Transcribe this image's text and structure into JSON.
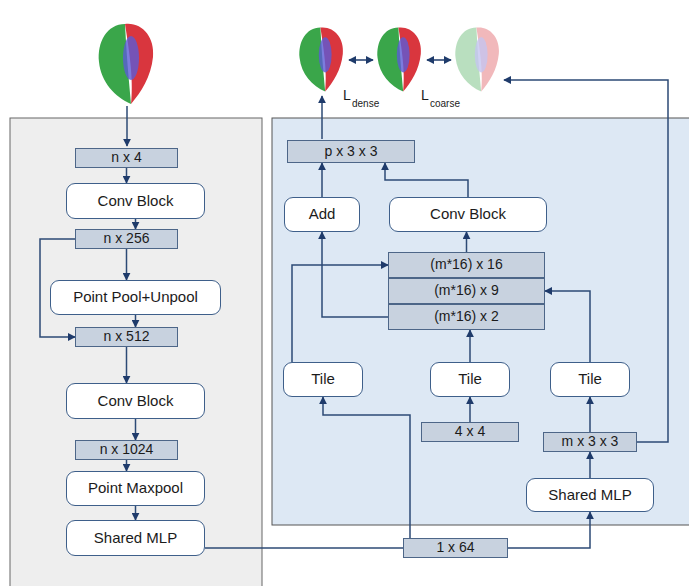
{
  "diagram": {
    "nodes": [
      {
        "text": [
          "n x 4"
        ]
      },
      {
        "text": [
          "Conv Block"
        ]
      },
      {
        "text": [
          "n x 256"
        ]
      },
      {
        "text": [
          "Point Pool+Unpool"
        ]
      },
      {
        "text": [
          "n x 512"
        ]
      },
      {
        "text": [
          "Conv Block"
        ]
      },
      {
        "text": [
          "n x 1024"
        ]
      },
      {
        "text": [
          "Point Maxpool"
        ]
      },
      {
        "text": [
          "Shared MLP"
        ]
      },
      {
        "text": [
          "p x 3 x 3"
        ]
      },
      {
        "text": [
          "Add"
        ]
      },
      {
        "text": [
          "Conv Block"
        ]
      },
      {
        "text": [
          "(m*16) x 16"
        ]
      },
      {
        "text": [
          "(m*16) x 9"
        ]
      },
      {
        "text": [
          "(m*16) x 2"
        ]
      },
      {
        "text": [
          "Tile"
        ]
      },
      {
        "text": [
          "Tile"
        ]
      },
      {
        "text": [
          "Tile"
        ]
      },
      {
        "text": [
          "4 x 4"
        ]
      },
      {
        "text": [
          "m x 3 x 3"
        ]
      },
      {
        "text": [
          "Shared MLP"
        ]
      },
      {
        "text": [
          "1 x 64"
        ]
      }
    ],
    "edges": [
      {
        "from": 0,
        "to": 1,
        "arrow": "to"
      },
      {
        "from": 1,
        "to": 2,
        "arrow": "to"
      },
      {
        "from": 2,
        "to": 3,
        "arrow": "to"
      },
      {
        "from": 3,
        "to": 4,
        "arrow": "to"
      },
      {
        "from": 2,
        "to": 4,
        "arrow": "to"
      },
      {
        "from": 4,
        "to": 5,
        "arrow": "to"
      },
      {
        "from": 5,
        "to": 6,
        "arrow": "to"
      },
      {
        "from": 6,
        "to": 7,
        "arrow": "to"
      },
      {
        "from": 7,
        "to": 8,
        "arrow": "to"
      },
      {
        "from": 8,
        "to": 21,
        "arrow": "none"
      },
      {
        "from": 21,
        "to": 20,
        "arrow": "to"
      },
      {
        "from": 21,
        "to": 15,
        "arrow": "to"
      },
      {
        "from": 20,
        "to": 19,
        "arrow": "to"
      },
      {
        "from": 19,
        "to": 17,
        "arrow": "to"
      },
      {
        "from": 17,
        "to": 13,
        "arrow": "to"
      },
      {
        "from": 18,
        "to": 16,
        "arrow": "to"
      },
      {
        "from": 16,
        "to": 14,
        "arrow": "to"
      },
      {
        "from": 15,
        "to": 12,
        "arrow": "to"
      },
      {
        "from": 14,
        "to": 10,
        "arrow": "to"
      },
      {
        "from": 12,
        "to": 11,
        "arrow": "to"
      },
      {
        "from": 10,
        "to": 9,
        "arrow": "to"
      },
      {
        "from": 11,
        "to": 9,
        "arrow": "to"
      }
    ],
    "labels": [
      "L",
      "dense",
      "L",
      "coarse"
    ]
  }
}
